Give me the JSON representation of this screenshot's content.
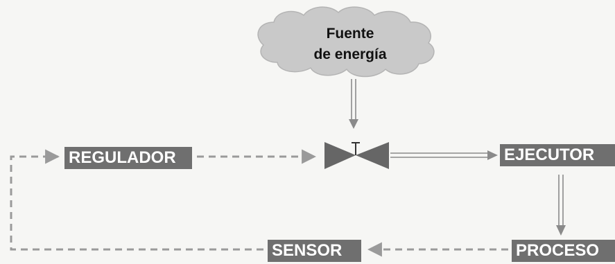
{
  "energy_source": {
    "line1": "Fuente",
    "line2": "de energía"
  },
  "blocks": {
    "regulador": "REGULADOR",
    "ejecutor": "EJECUTOR",
    "sensor": "SENSOR",
    "proceso": "PROCESO"
  },
  "colors": {
    "block_fill": "#6f6f6f",
    "block_text": "#ffffff",
    "cloud_fill": "#c9c9c9",
    "energy_arrow": "#8a8a8a",
    "signal_dashes": "#9a9a9a",
    "valve": "#666666"
  },
  "icons": [
    "cloud-icon",
    "valve-icon"
  ]
}
